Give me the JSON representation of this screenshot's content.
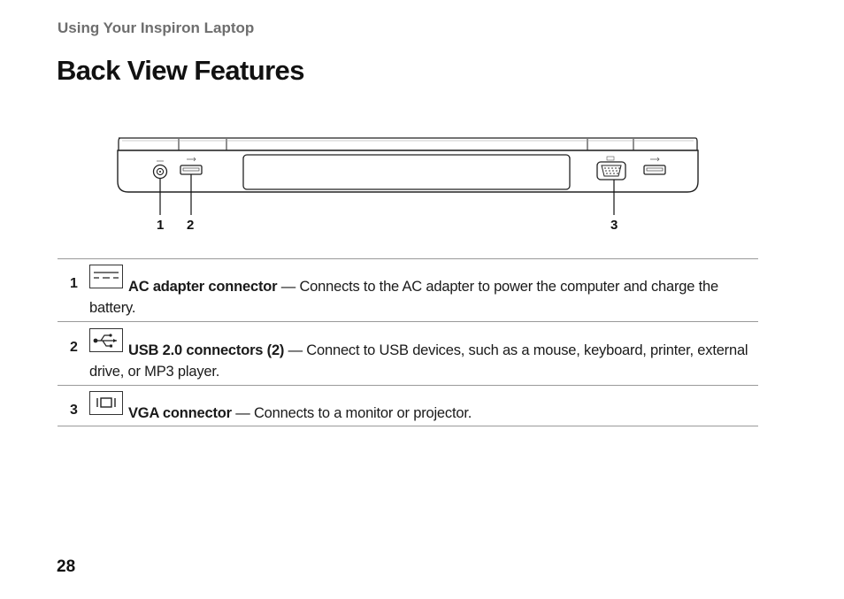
{
  "header": {
    "section": "Using Your Inspiron Laptop",
    "title": "Back View Features"
  },
  "figure": {
    "callouts": [
      "1",
      "2",
      "3"
    ]
  },
  "features": [
    {
      "number": "1",
      "icon": "dc-power-icon",
      "name": "AC adapter connector",
      "description": " — Connects to the AC adapter to power the computer and charge the battery."
    },
    {
      "number": "2",
      "icon": "usb-icon",
      "name": "USB 2.0 connectors (2)",
      "description": " — Connect to USB devices, such as a mouse, keyboard, printer, external drive, or MP3 player."
    },
    {
      "number": "3",
      "icon": "vga-icon",
      "name": "VGA connector",
      "description": " — Connects to a monitor or projector."
    }
  ],
  "footer": {
    "page_number": "28"
  }
}
